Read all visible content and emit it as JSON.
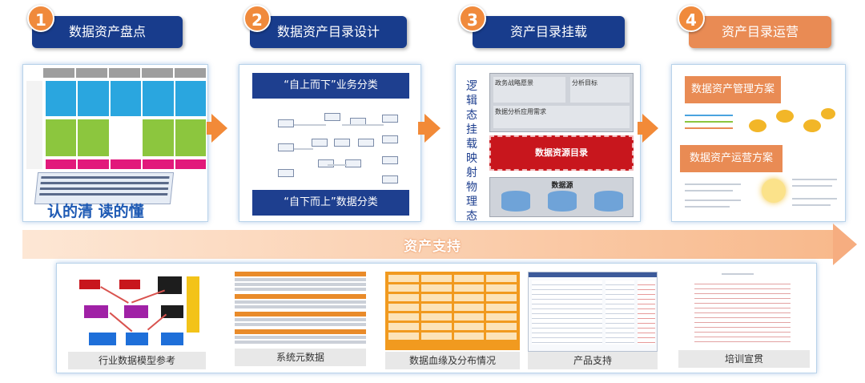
{
  "steps": [
    {
      "num": "1",
      "title": "数据资产盘点"
    },
    {
      "num": "2",
      "title": "数据资产目录设计"
    },
    {
      "num": "3",
      "title": "资产目录挂载"
    },
    {
      "num": "4",
      "title": "资产目录运营"
    }
  ],
  "panel1": {
    "caption": "认的清 读的懂"
  },
  "panel2": {
    "top_label": "“自上而下”业务分类",
    "bottom_label": "“自下而上”数据分类"
  },
  "panel3": {
    "side_label": "逻辑态 挂载 映射 物理态",
    "top_box": "政务战略愿景",
    "analysis": "分析目标",
    "needs": "数据分析应用需求",
    "directory": "数据资源目录",
    "source": "数据源"
  },
  "panel4": {
    "plan1": "数据资产管理方案",
    "plan2": "数据资产运营方案"
  },
  "banner": {
    "label": "资产支持"
  },
  "support_items": [
    {
      "label": "行业数据模型参考"
    },
    {
      "label": "系统元数据"
    },
    {
      "label": "数据血缘及分布情况"
    },
    {
      "label": "产品支持"
    },
    {
      "label": "培训宣贯"
    }
  ],
  "colors": {
    "navy": "#183c8c",
    "orange": "#f28a38",
    "accent_orange": "#e98b54",
    "red": "#c8161d",
    "panel_border": "#b9d3ea"
  }
}
